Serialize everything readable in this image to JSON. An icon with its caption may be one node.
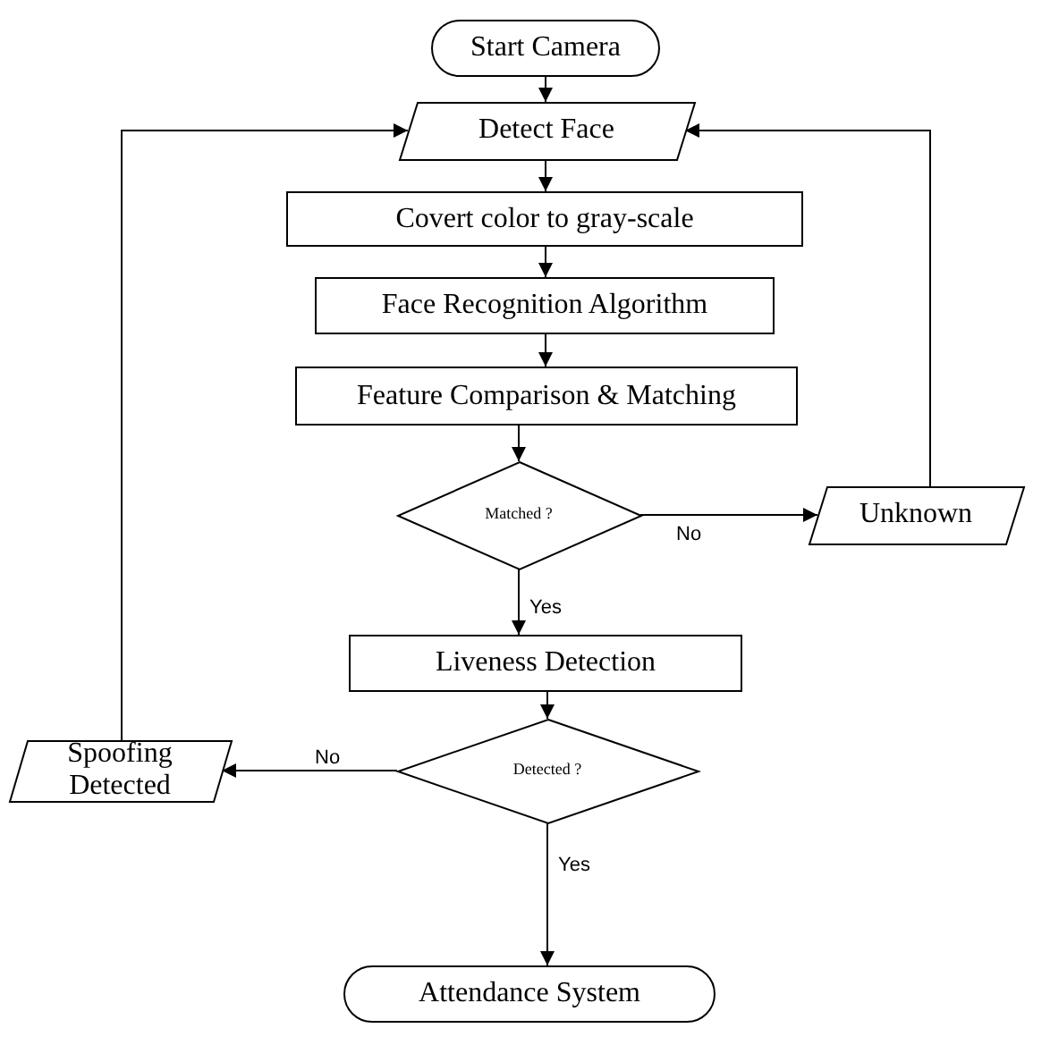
{
  "diagram": {
    "nodes": [
      {
        "text": [
          "Start Camera"
        ]
      },
      {
        "text": [
          "Detect Face"
        ]
      },
      {
        "text": [
          "Covert color to gray-scale"
        ]
      },
      {
        "text": [
          "Face Recognition Algorithm"
        ]
      },
      {
        "text": [
          "Feature Comparison & Matching"
        ]
      },
      {
        "text": [
          "Matched ?"
        ]
      },
      {
        "text": [
          "Unknown"
        ]
      },
      {
        "text": [
          "Liveness Detection"
        ]
      },
      {
        "text": [
          "Detected ?"
        ]
      },
      {
        "text": [
          "Spoofing Detected"
        ]
      },
      {
        "text": [
          "Attendance System"
        ]
      }
    ],
    "edges": [
      {
        "from": 0,
        "to": 1,
        "arrow": "to"
      },
      {
        "from": 1,
        "to": 2,
        "arrow": "to"
      },
      {
        "from": 2,
        "to": 3,
        "arrow": "to"
      },
      {
        "from": 3,
        "to": 4,
        "arrow": "to"
      },
      {
        "from": 4,
        "to": 5,
        "arrow": "to"
      },
      {
        "from": 5,
        "to": 6,
        "arrow": "to",
        "label": "No"
      },
      {
        "from": 5,
        "to": 7,
        "arrow": "to",
        "label": "Yes"
      },
      {
        "from": 7,
        "to": 8,
        "arrow": "to"
      },
      {
        "from": 8,
        "to": 9,
        "arrow": "to",
        "label": "No"
      },
      {
        "from": 8,
        "to": 10,
        "arrow": "to",
        "label": "Yes"
      },
      {
        "from": 6,
        "to": 1,
        "arrow": "to"
      },
      {
        "from": 9,
        "to": 1,
        "arrow": "to"
      }
    ]
  }
}
